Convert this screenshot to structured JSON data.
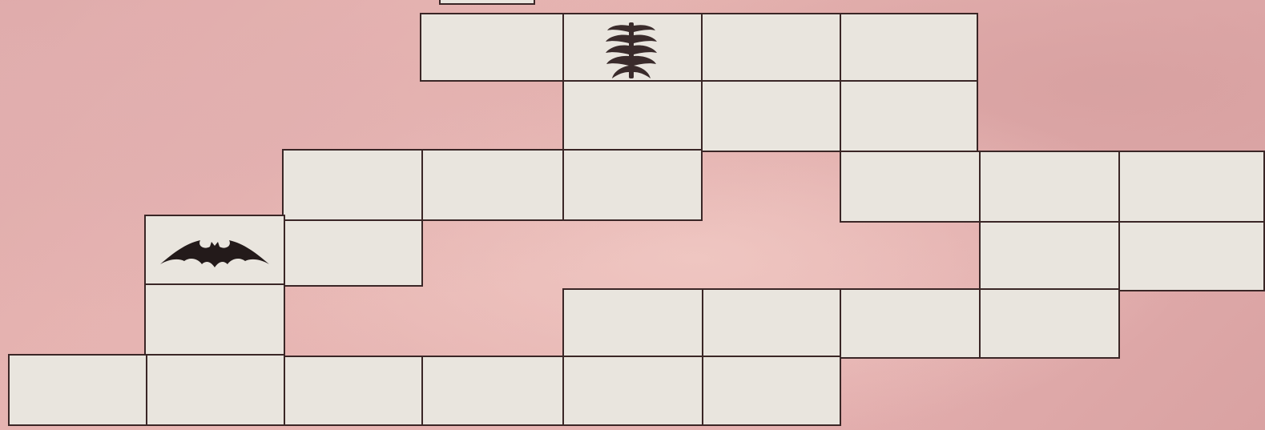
{
  "board": {
    "name": "maze-board",
    "background_color": "#e3aeae",
    "cell_color": "#e9e5de",
    "line_color": "#3a2626"
  },
  "tokens": [
    {
      "name": "bat-icon",
      "icon": "bat",
      "color": "#231a1a"
    },
    {
      "name": "ribcage-icon",
      "icon": "ribcage",
      "color": "#3a2b2b"
    }
  ]
}
